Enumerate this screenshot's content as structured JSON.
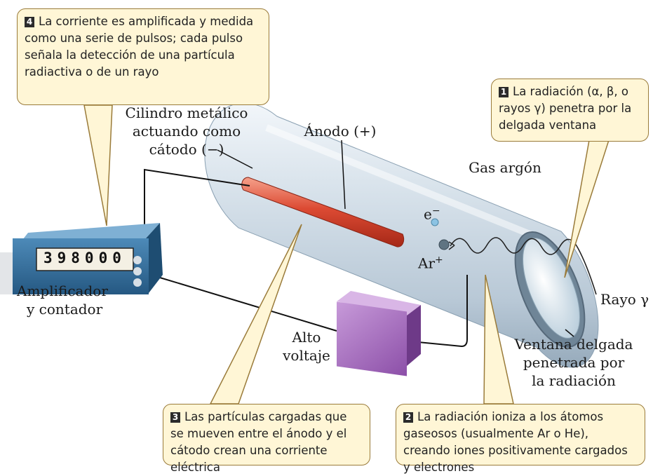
{
  "callouts": {
    "c1": {
      "number": "1",
      "text": "La radiación (α, β, o rayos γ) penetra por la delgada ventana"
    },
    "c2": {
      "number": "2",
      "text": "La radiación ioniza a los átomos gaseosos (usualmente Ar o He), creando iones positivamente cargados y electrones"
    },
    "c3": {
      "number": "3",
      "text": "Las partículas cargadas que se mueven entre el ánodo y el cátodo crean una corriente eléctrica"
    },
    "c4": {
      "number": "4",
      "text": "La corriente es amplificada y medida como una serie de pulsos; cada pulso señala la detección de una partícula radiactiva o de un rayo"
    }
  },
  "labels": {
    "cathode_line1": "Cilindro metálico",
    "cathode_line2": "actuando como",
    "cathode_line3": "cátodo (−)",
    "anode": "Ánodo (+)",
    "gas": "Gas argón",
    "electron": "e",
    "electron_sup": "−",
    "ion": "Ar",
    "ion_sup": "+",
    "ray": "Rayo γ",
    "window_line1": "Ventana delgada",
    "window_line2": "penetrada por",
    "window_line3": "la radiación",
    "hv_line1": "Alto",
    "hv_line2": "voltaje",
    "amp_line1": "Amplificador",
    "amp_line2": "y contador"
  },
  "counter": {
    "display": "398000"
  },
  "colors": {
    "callout_fill": "#fff6d6",
    "callout_border": "#9a7b3a",
    "tube": "#c9d6e2",
    "anode": "#d9412f",
    "counter_box": "#2f6a96",
    "hv_box": "#9a5fb5"
  }
}
